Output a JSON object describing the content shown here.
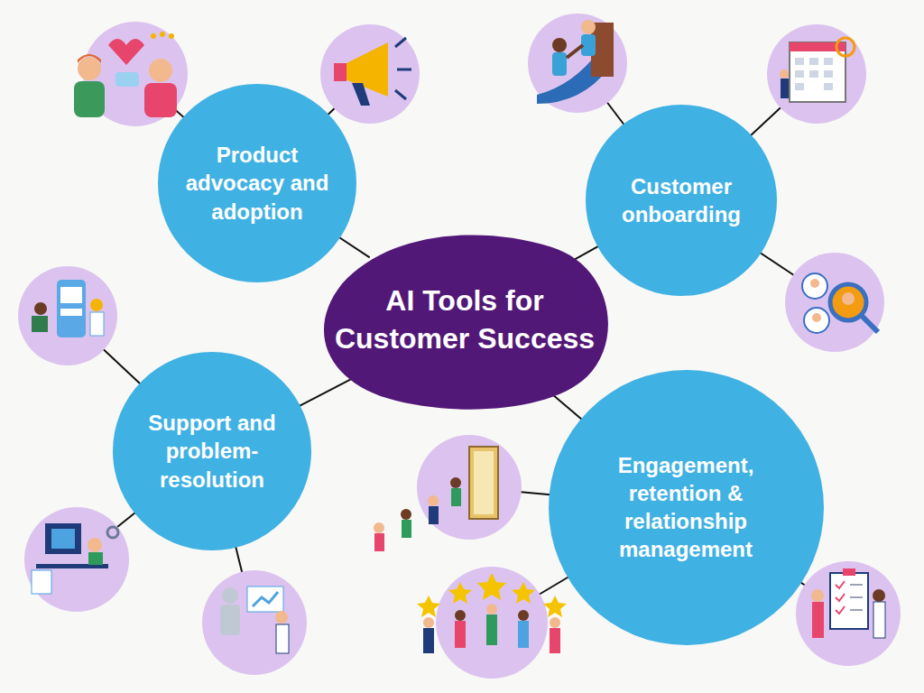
{
  "diagram": {
    "nodes": [
      {
        "text": [
          "AI Tools for Customer Success"
        ]
      },
      {
        "text": [
          "Product advocacy and adoption"
        ]
      },
      {
        "text": [
          "Customer onboarding"
        ]
      },
      {
        "text": [
          "Support and problem-resolution"
        ]
      },
      {
        "text": [
          "Engagement, retention & relationship management"
        ]
      }
    ],
    "edges": [
      {
        "from": 0,
        "to": 1,
        "arrow": "none"
      },
      {
        "from": 0,
        "to": 2,
        "arrow": "none"
      },
      {
        "from": 0,
        "to": 3,
        "arrow": "none"
      },
      {
        "from": 0,
        "to": 4,
        "arrow": "none"
      }
    ]
  }
}
